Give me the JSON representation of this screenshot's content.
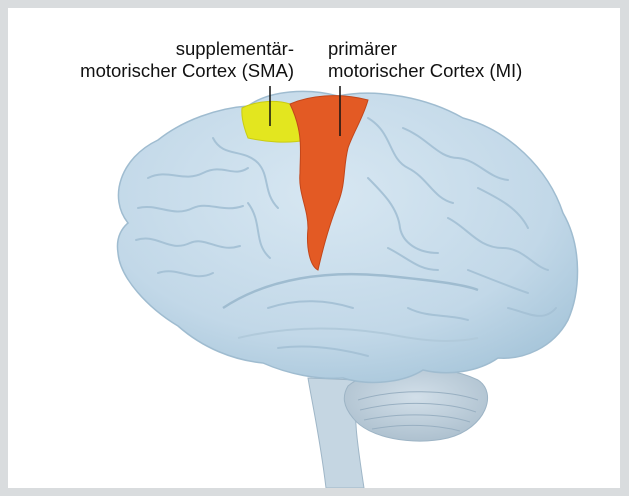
{
  "labels": {
    "sma": {
      "line1": "supplementär-",
      "line2": "motorischer Cortex (SMA)"
    },
    "mi": {
      "line1": "primärer",
      "line2": "motorischer Cortex (MI)"
    }
  },
  "colors": {
    "background_frame": "#d9dcde",
    "panel": "#ffffff",
    "brain": "#c7dbe9",
    "brain_shadow": "#9fbfd4",
    "sma_area": "#e3e61f",
    "mi_area": "#e35a24",
    "leader_line": "#111111"
  }
}
